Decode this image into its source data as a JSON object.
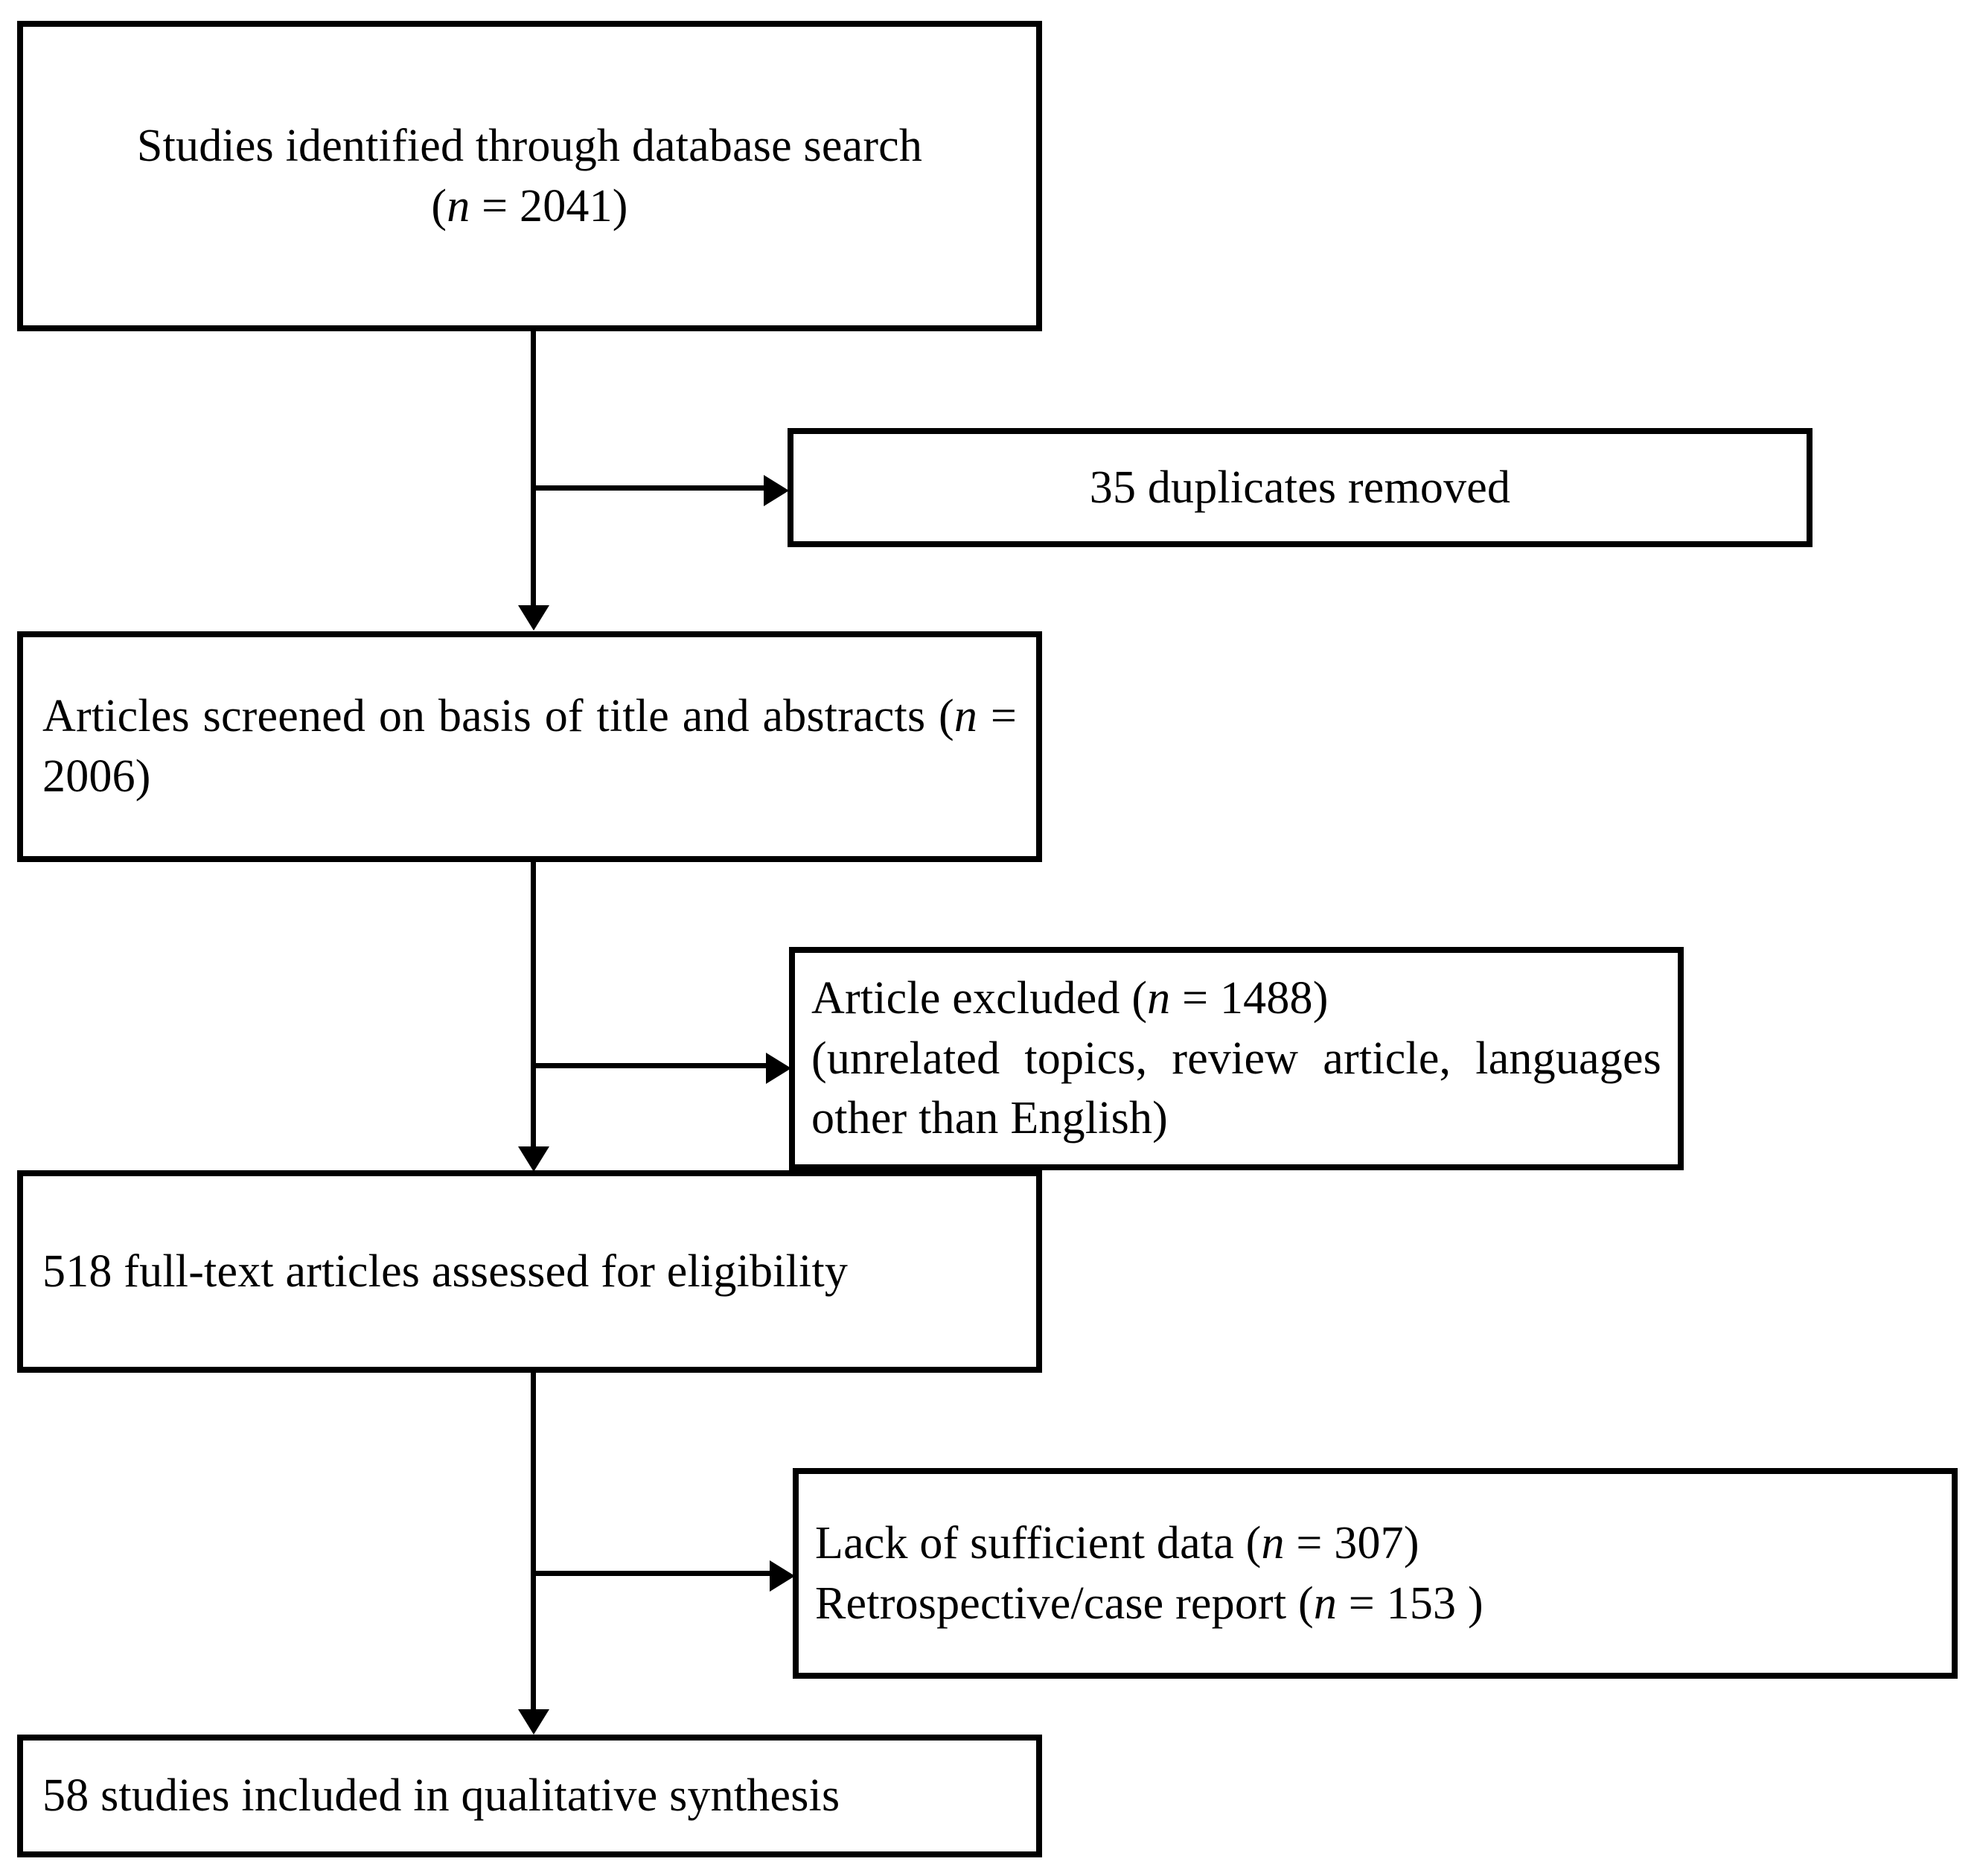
{
  "diagram": {
    "type": "prisma-flow-diagram",
    "title": "",
    "nodes": [
      {
        "id": "identified",
        "role": "main",
        "line1": "Studies identified through database search",
        "line2_prefix": "(",
        "line2_italic": "n",
        "line2_suffix": " = 2041)",
        "n_label": "n",
        "n_value": "2041"
      },
      {
        "id": "duplicates",
        "role": "excluded",
        "text": "35 duplicates removed",
        "count": "35"
      },
      {
        "id": "screened",
        "role": "main",
        "text_part1": "Articles screened on basis of title and abstracts (",
        "text_italic": "n",
        "text_part2": " = 2006)",
        "n_value": "2006"
      },
      {
        "id": "article-excluded",
        "role": "excluded",
        "line1_part1": "Article excluded (",
        "line1_italic": "n",
        "line1_part2": " = 1488)",
        "line2": " (unrelated topics, review article, languages other  than English)",
        "n_value": "1488"
      },
      {
        "id": "fulltext",
        "role": "main",
        "text": "518 full-text articles assessed for eligibility",
        "count": "518"
      },
      {
        "id": "eligibility-excluded",
        "role": "excluded",
        "line1_part1": "Lack of sufficient data (",
        "line1_italic": "n",
        "line1_part2": " = 307)",
        "line2_part1": "Retrospective/case report (",
        "line2_italic": "n",
        "line2_part2": " = 153 )",
        "n_value_1": "307",
        "n_value_2": "153"
      },
      {
        "id": "included",
        "role": "main",
        "text": "58 studies included in qualitative synthesis",
        "count": "58"
      }
    ],
    "colors": {
      "border": "#000000",
      "background": "#ffffff",
      "text": "#000000",
      "connector": "#000000"
    }
  }
}
